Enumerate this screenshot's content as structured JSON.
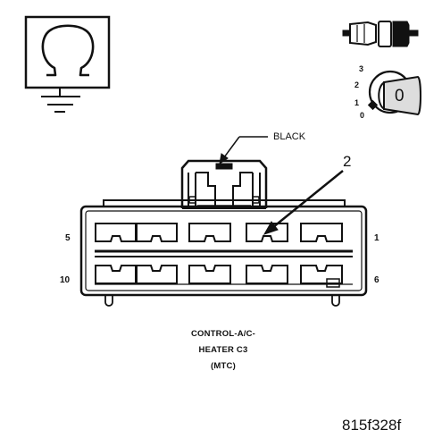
{
  "callouts": {
    "color_label": "BLACK",
    "pointer_number": "2"
  },
  "pins": {
    "top_left": "5",
    "top_right": "1",
    "bottom_left": "10",
    "bottom_right": "6"
  },
  "connector": {
    "name_line1": "CONTROL-A/C-",
    "name_line2": "HEATER C3",
    "name_line3": "(MTC)"
  },
  "key_symbol": {
    "positions": [
      "3",
      "2",
      "1",
      "0"
    ],
    "key_label": "0"
  },
  "figure_id": "815f328f",
  "icons": [
    "ohm-ground-icon",
    "connector-plug-icon",
    "ignition-key-icon"
  ]
}
